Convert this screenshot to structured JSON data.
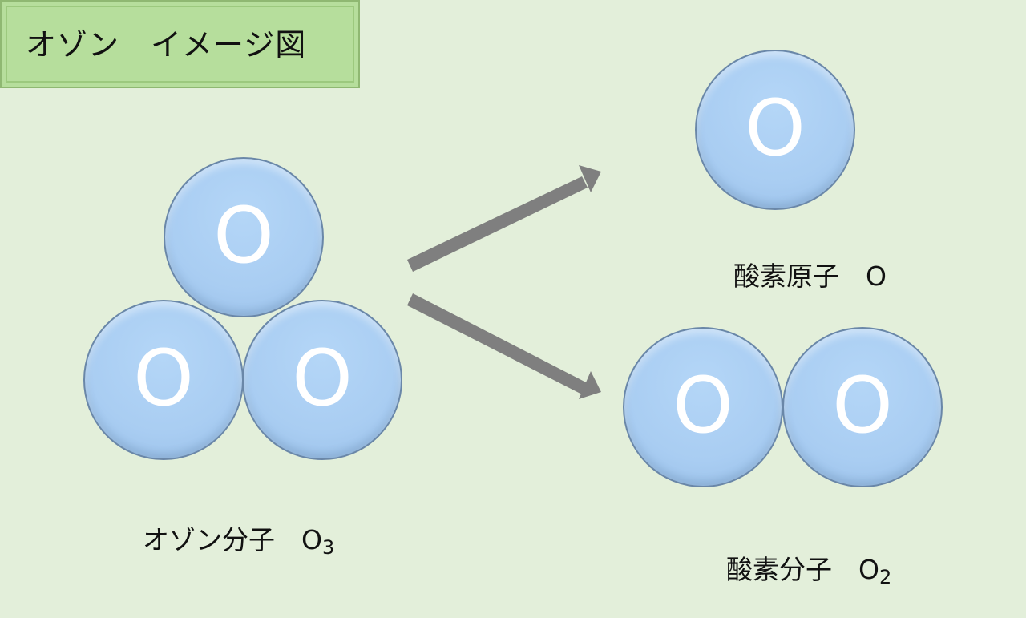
{
  "title": "オゾン　イメージ図",
  "atom_symbol": "O",
  "ozone": {
    "label": "オゾン分子　O",
    "subscript": "3"
  },
  "oxygen_atom": {
    "label": "酸素原子　O"
  },
  "oxygen_molecule": {
    "label": "酸素分子　O",
    "subscript": "2"
  },
  "colors": {
    "background": "#e3efda",
    "title_box": "#b6de9c",
    "atom_fill": "#a9cdf2",
    "arrow": "#7f7f7f"
  }
}
